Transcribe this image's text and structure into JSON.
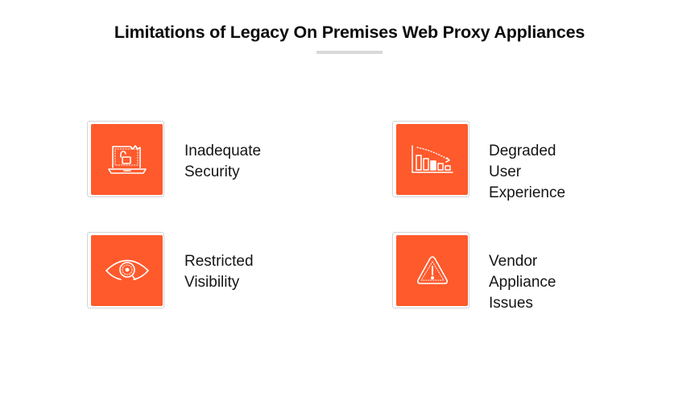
{
  "title": "Limitations of Legacy On Premises Web Proxy Appliances",
  "colors": {
    "accent": "#ff5a2c",
    "underline": "#d9d9d9",
    "frame": "#a9a9a9",
    "text": "#151515"
  },
  "items": [
    {
      "line1": "Inadequate",
      "line2": "Security",
      "icon": "broken-laptop-unlocked-padlock-icon"
    },
    {
      "line1": "Degraded",
      "line2": "User Experience",
      "icon": "declining-bar-chart-icon"
    },
    {
      "line1": "Restricted",
      "line2": "Visibility",
      "icon": "eye-magnifier-icon"
    },
    {
      "line1": "Vendor",
      "line2": "Appliance Issues",
      "icon": "warning-triangle-icon"
    }
  ]
}
